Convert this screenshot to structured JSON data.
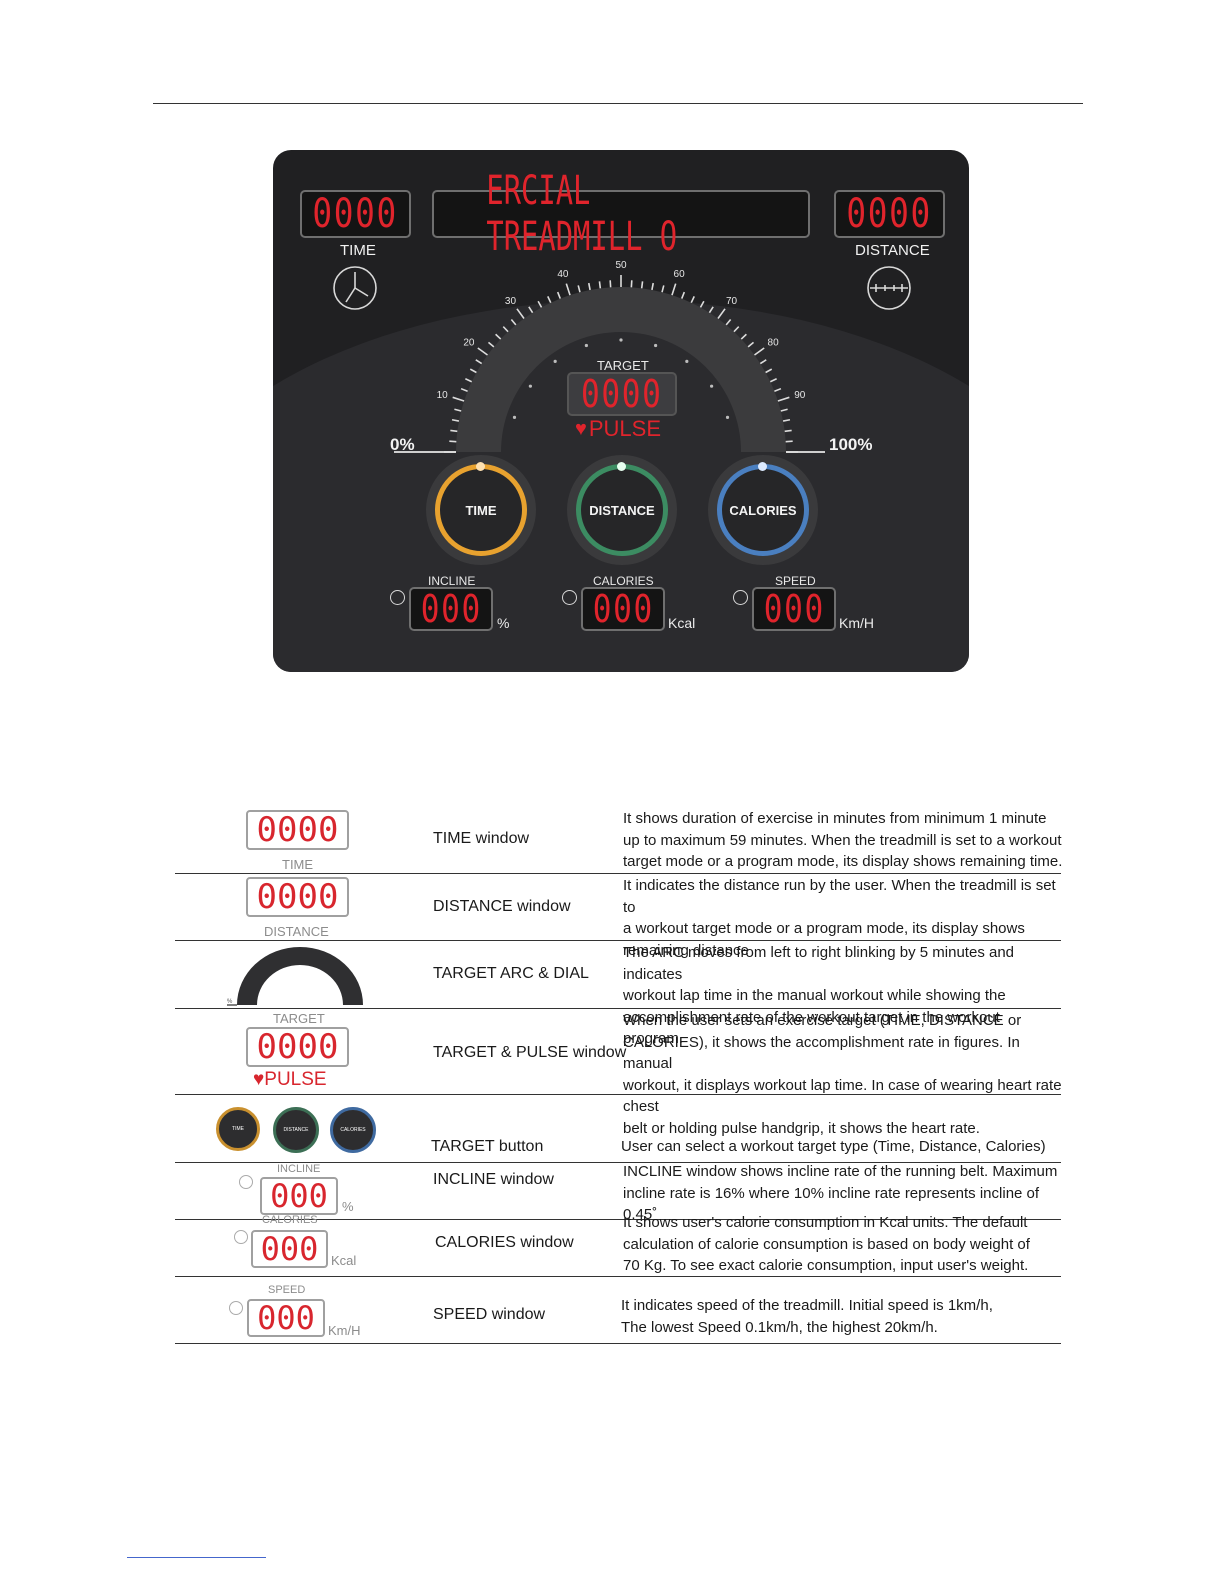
{
  "console": {
    "time_display": "0000",
    "time_label": "TIME",
    "message_display": "ERCIAL TREADMILL O",
    "distance_display": "0000",
    "distance_label": "DISTANCE",
    "target_label": "TARGET",
    "target_display": "0000",
    "pulse_label": "PULSE",
    "arc_min_label": "0%",
    "arc_max_label": "100%",
    "arc_ticks": [
      "10",
      "20",
      "30",
      "40",
      "50",
      "60",
      "70",
      "80",
      "90"
    ],
    "buttons": [
      {
        "label": "TIME",
        "color": "#e8a22f"
      },
      {
        "label": "DISTANCE",
        "color": "#3c8c62"
      },
      {
        "label": "CALORIES",
        "color": "#4a7fc0"
      }
    ],
    "incline_label": "INCLINE",
    "incline_display": "000",
    "incline_unit": "%",
    "calories_label": "CALORIES",
    "calories_display": "000",
    "calories_unit": "Kcal",
    "speed_label": "SPEED",
    "speed_display": "000",
    "speed_unit": "Km/H",
    "lcd_color": "#e0242c"
  },
  "table": {
    "rows": [
      {
        "display": "0000",
        "caption": "TIME",
        "name": "TIME window",
        "lines": [
          "It shows duration of exercise in minutes from minimum 1 minute",
          "up to maximum 59 minutes. When the treadmill is set to a workout",
          "target mode or a program mode, its display shows remaining time."
        ]
      },
      {
        "display": "0000",
        "caption": "DISTANCE",
        "name": "DISTANCE window",
        "lines": [
          "It indicates the distance run by the user. When the treadmill is set to",
          "a workout target mode or a program mode, its display shows",
          "remaining distance"
        ]
      },
      {
        "name": "TARGET ARC & DIAL",
        "lines": [
          "The ARC moves from left to right blinking by 5 minutes and indicates",
          "workout lap time in the manual workout while showing the",
          "accomplishment rate of the workout target in the workout program."
        ]
      },
      {
        "display": "0000",
        "caption": "TARGET",
        "pulse": "PULSE",
        "name": "TARGET & PULSE window",
        "lines": [
          "When the user sets an exercise target (TIME, DISTANCE or",
          "CALORIES), it shows the accomplishment rate in figures. In manual",
          "workout, it displays workout lap time. In case of wearing heart rate chest",
          "belt or holding pulse handgrip, it shows the heart rate."
        ]
      },
      {
        "buttons": [
          "TIME",
          "DISTANCE",
          "CALORIES"
        ],
        "name": "TARGET button",
        "lines": [
          "User can select a workout target type (Time, Distance, Calories)"
        ]
      },
      {
        "display": "000",
        "caption": "INCLINE",
        "unit": "%",
        "name": "INCLINE window",
        "lines": [
          "INCLINE window shows incline rate of the running belt. Maximum",
          "incline rate is 16% where 10% incline rate represents incline of 0.45˚"
        ]
      },
      {
        "display": "000",
        "caption": "CALORIES",
        "unit": "Kcal",
        "name": "CALORIES window",
        "lines": [
          "It shows user's calorie consumption in Kcal units. The default",
          "calculation of calorie consumption is based on body weight of",
          "70 Kg. To see exact calorie consumption, input user's weight."
        ]
      },
      {
        "display": "000",
        "caption": "SPEED",
        "unit": "Km/H",
        "name": "SPEED window",
        "lines": [
          "It indicates speed of the treadmill. Initial speed is 1km/h,",
          "The lowest Speed 0.1km/h, the highest 20km/h."
        ]
      }
    ]
  }
}
